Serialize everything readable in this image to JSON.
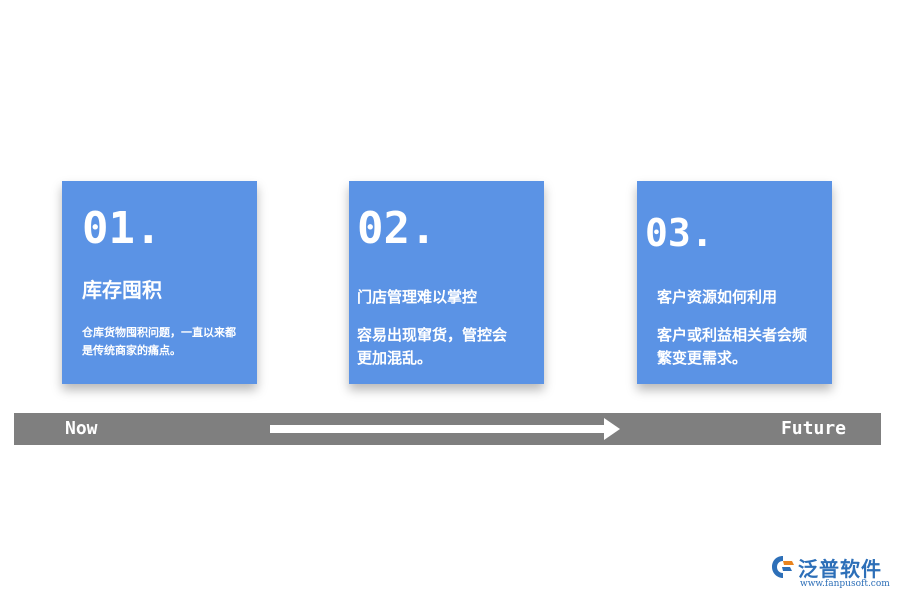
{
  "cards": [
    {
      "number": "01.",
      "title": "库存囤积",
      "description": "仓库货物囤积问题，一直以来都是传统商家的痛点。"
    },
    {
      "number": "02.",
      "title": "门店管理难以掌控",
      "description": "容易出现窜货，管控会更加混乱。"
    },
    {
      "number": "03.",
      "title": "客户资源如何利用",
      "description": "客户或利益相关者会频繁变更需求。"
    }
  ],
  "timeline": {
    "start_label": "Now",
    "end_label": "Future"
  },
  "logo": {
    "brand": "泛普软件",
    "url": "www.fanpusoft.com"
  },
  "colors": {
    "card": "#5b93e5",
    "timeline": "#7f7f7f",
    "logo": "#2d6fb8",
    "text": "#ffffff"
  }
}
